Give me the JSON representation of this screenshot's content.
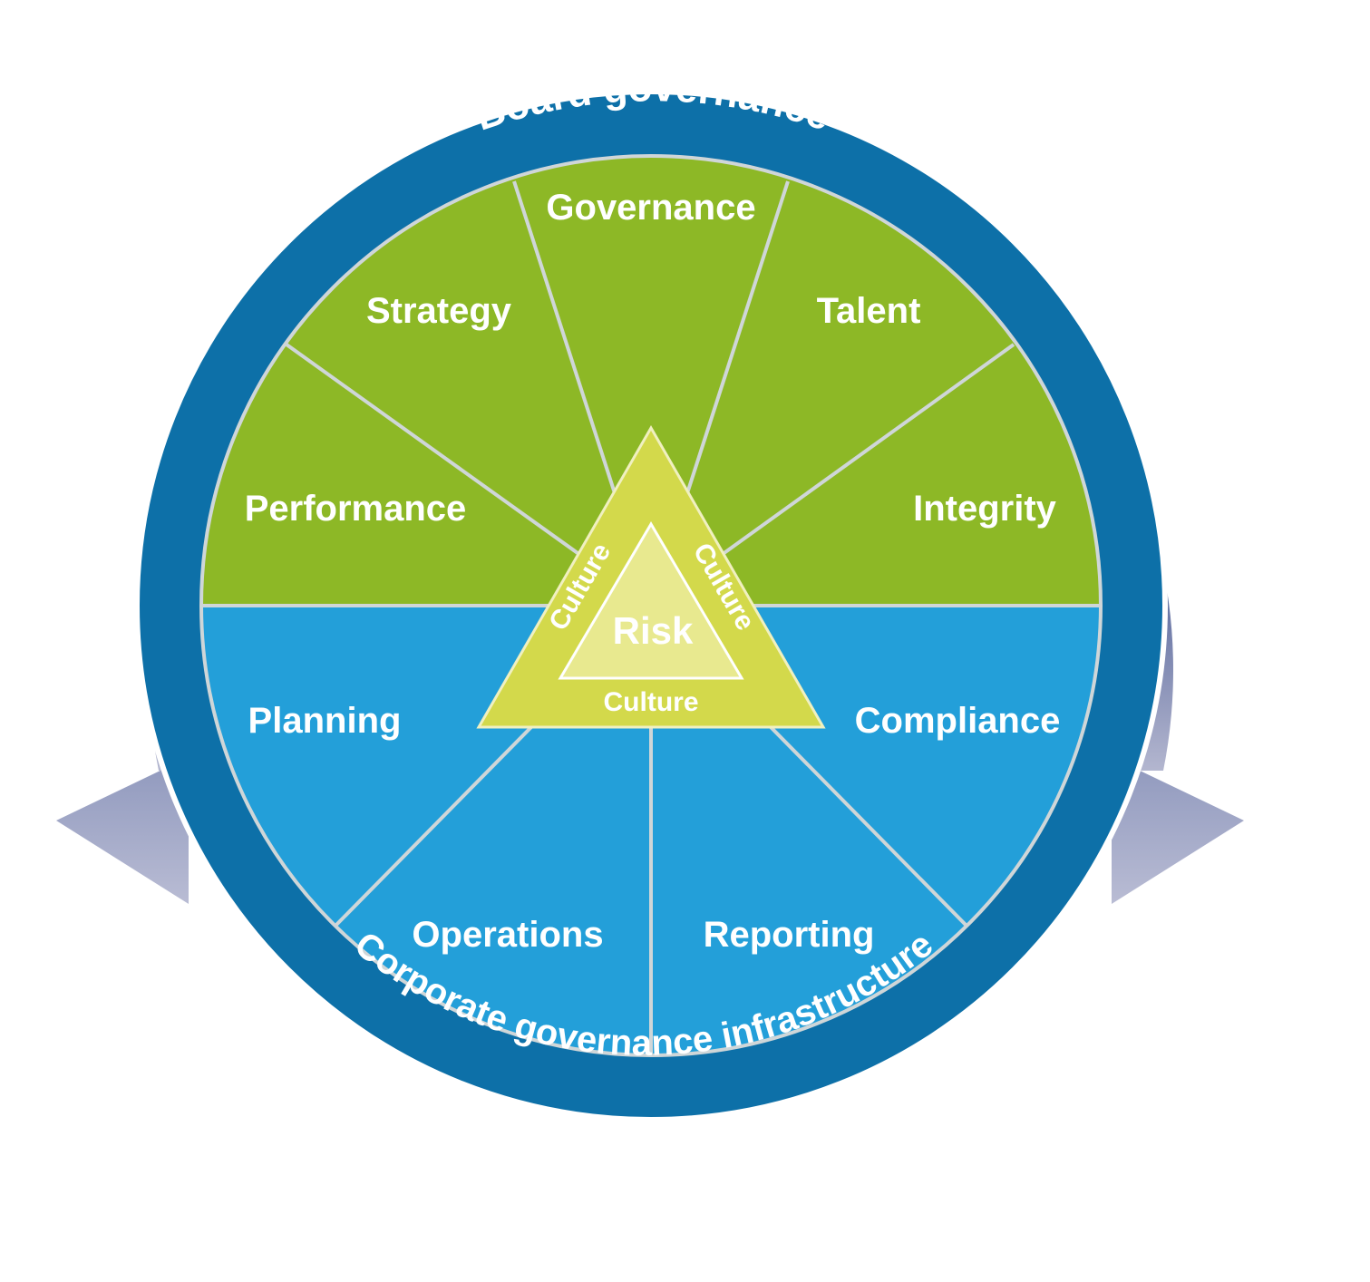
{
  "board_governance": "Board governance",
  "corporate_infrastructure": "Corporate governance infrastructure",
  "upper_segments": {
    "performance": "Performance",
    "strategy": "Strategy",
    "governance": "Governance",
    "talent": "Talent",
    "integrity": "Integrity"
  },
  "lower_segments": {
    "planning": "Planning",
    "operations": "Operations",
    "reporting": "Reporting",
    "compliance": "Compliance"
  },
  "center": {
    "culture_left": "Culture",
    "culture_right": "Culture",
    "culture_bottom": "Culture",
    "risk": "Risk"
  },
  "colors": {
    "upper_green": "#8db826",
    "lower_blue": "#239fd9",
    "ring_mid_blue": "#0d70a8",
    "ring_dark_blue": "#0a4d80",
    "arrow_light": "#a8acc8",
    "triangle_outer": "#d3d94b",
    "triangle_inner": "#e8e98f"
  }
}
